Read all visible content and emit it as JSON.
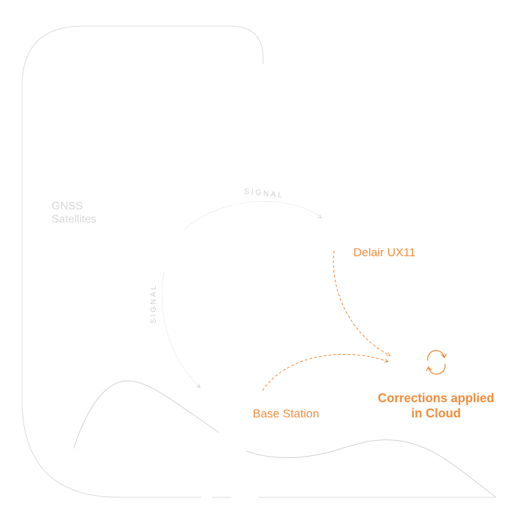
{
  "labels": {
    "gnss_line1": "GNSS",
    "gnss_line2": "Satellites",
    "drone": "Delair UX11",
    "base_station": "Base Station",
    "cloud_line1": "Corrections applied",
    "cloud_line2": "in Cloud",
    "signal_top": "SIGNAL",
    "signal_side": "SIGNAL"
  },
  "colors": {
    "accent": "#f28c3c",
    "outline": "#d9d9d9",
    "muted_text": "#d6d6d6"
  },
  "icons": {
    "sync": "sync-arrows-icon"
  }
}
